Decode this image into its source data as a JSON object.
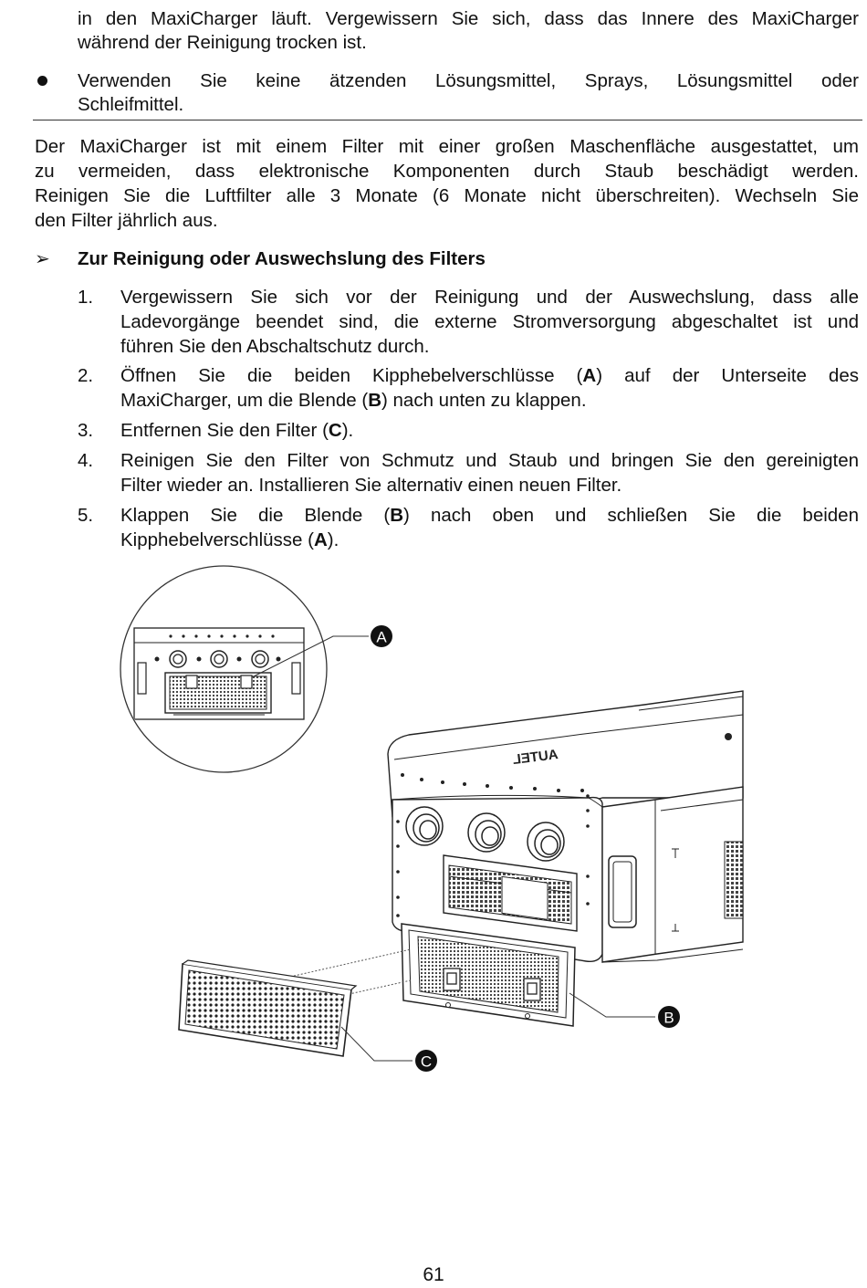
{
  "intro": {
    "line1": "in den MaxiCharger läuft. Vergewissern Sie sich, dass das Innere des MaxiCharger",
    "line2": "während der Reinigung trocken ist."
  },
  "bullet": {
    "line1": "Verwenden Sie keine ätzenden Lösungsmittel, Sprays, Lösungsmittel oder",
    "line2": "Schleifmittel."
  },
  "paragraph": {
    "line1": "Der MaxiCharger ist mit einem Filter mit einer großen Maschenfläche ausgestattet, um",
    "line2": "zu vermeiden, dass elektronische Komponenten durch Staub beschädigt werden.",
    "line3": "Reinigen Sie die Luftfilter alle 3 Monate (6 Monate nicht überschreiten). Wechseln Sie",
    "line4": "den Filter jährlich aus."
  },
  "heading": "Zur Reinigung oder Auswechslung des Filters",
  "steps": [
    {
      "num": "1.",
      "line1": "Vergewissern Sie sich vor der Reinigung und der Auswechslung, dass alle",
      "line2": "Ladevorgänge beendet sind, die externe Stromversorgung abgeschaltet ist und",
      "line3": "führen Sie den Abschaltschutz durch."
    },
    {
      "num": "2.",
      "line1_pre": "Öffnen Sie die beiden Kipphebelverschlüsse (",
      "line1_bold": "A",
      "line1_post": ") auf der Unterseite des",
      "line2_pre": "MaxiCharger, um die Blende (",
      "line2_bold": "B",
      "line2_post": ") nach unten zu klappen."
    },
    {
      "num": "3.",
      "line1_pre": "Entfernen Sie den Filter (",
      "line1_bold": "C",
      "line1_post": ")."
    },
    {
      "num": "4.",
      "line1": "Reinigen Sie den Filter von Schmutz und Staub und bringen Sie den gereinigten",
      "line2": "Filter wieder an. Installieren Sie alternativ einen neuen Filter."
    },
    {
      "num": "5.",
      "line1_pre": "Klappen Sie die Blende (",
      "line1_bold": "B",
      "line1_post": ") nach oben und schließen Sie die beiden",
      "line2_pre": "Kipphebelverschlüsse (",
      "line2_bold": "A",
      "line2_post": ")."
    }
  ],
  "figure": {
    "callout_a": "A",
    "callout_b": "B",
    "callout_c": "C",
    "brand_mark": "AUTEL"
  },
  "page_number": "61"
}
